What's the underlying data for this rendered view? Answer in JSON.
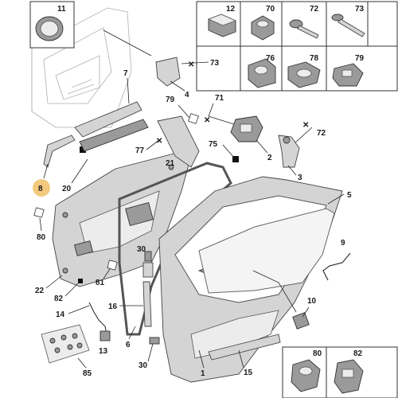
{
  "callouts": {
    "c1": "1",
    "c2": "2",
    "c3": "3",
    "c4": "4",
    "c5": "5",
    "c6": "6",
    "c7": "7",
    "c8": "8",
    "c9": "9",
    "c10": "10",
    "c11": "11",
    "c12": "12",
    "c13": "13",
    "c14": "14",
    "c15": "15",
    "c16": "16",
    "c20": "20",
    "c21": "21",
    "c22": "22",
    "c30a": "30",
    "c30b": "30",
    "c70": "70",
    "c71": "71",
    "c72": "72",
    "c72b": "72",
    "c73": "73",
    "c75": "75",
    "c76": "76",
    "c76b": "76",
    "c77": "77",
    "c78": "78",
    "c79": "79",
    "c79b": "79",
    "c80": "80",
    "c80b": "80",
    "c81": "81",
    "c82": "82",
    "c82b": "82",
    "c85": "85"
  },
  "colors": {
    "highlight": "#f2c97d",
    "line": "#222222",
    "part": "#d4d4d4"
  }
}
